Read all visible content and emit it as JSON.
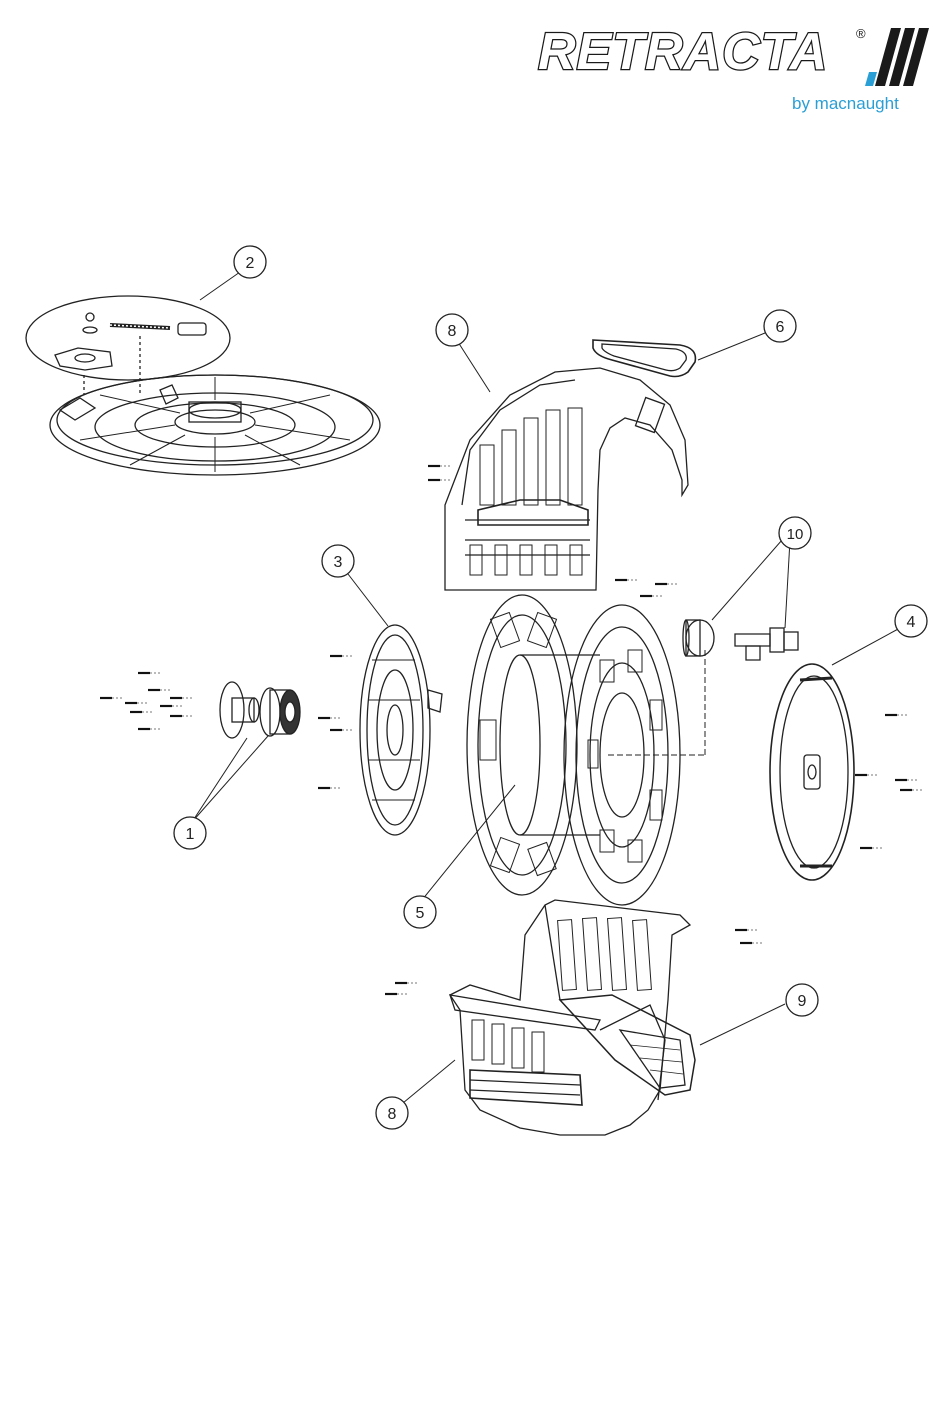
{
  "brand": {
    "name": "RETRACTA",
    "registered": "®",
    "tagline": "by macnaught",
    "tagline_color": "#2a9fd6"
  },
  "callouts": [
    "1",
    "2",
    "3",
    "4",
    "5",
    "6",
    "8",
    "8",
    "9",
    "10"
  ]
}
